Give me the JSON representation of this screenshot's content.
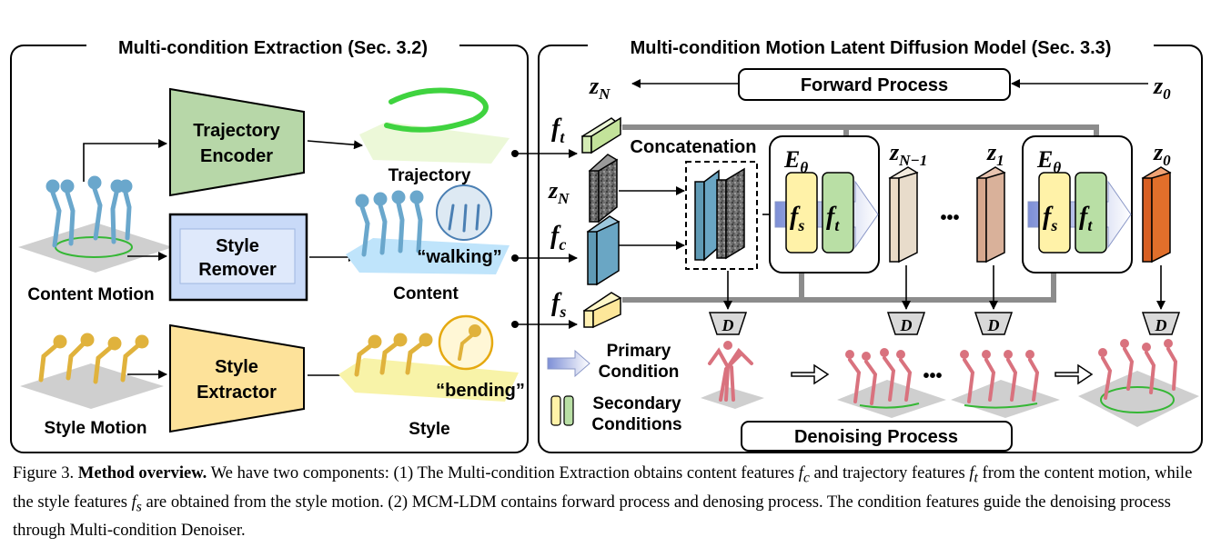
{
  "left_panel": {
    "title": "Multi-condition Extraction (Sec. 3.2)",
    "trajectory_encoder": [
      "Trajectory",
      "Encoder"
    ],
    "style_remover": [
      "Style",
      "Remover"
    ],
    "style_extractor": [
      "Style",
      "Extractor"
    ],
    "content_motion": "Content Motion",
    "style_motion": "Style Motion",
    "trajectory_out": "Trajectory",
    "content_out": "Content",
    "style_out": "Style",
    "content_quote": "“walking”",
    "style_quote": "“bending”"
  },
  "right_panel": {
    "title": "Multi-condition Motion Latent Diffusion Model (Sec. 3.3)",
    "forward_process": "Forward Process",
    "denoising_process": "Denoising Process",
    "concatenation": "Concatenation",
    "legend_primary": [
      "Primary",
      "Condition"
    ],
    "legend_secondary": [
      "Secondary",
      "Conditions"
    ],
    "ellipsis": "•••"
  },
  "math": {
    "z_N": "z",
    "z_N_sub": "N",
    "z_0": "z",
    "z_0_sub": "0",
    "z_N1": "z",
    "z_N1_sub": "N−1",
    "z_1": "z",
    "z_1_sub": "1",
    "f_t": "f",
    "f_t_sub": "t",
    "f_c": "f",
    "f_c_sub": "c",
    "f_s": "f",
    "f_s_sub": "s",
    "E": "E",
    "E_sub": "θ",
    "D": "D"
  },
  "caption": {
    "fig": "Figure 3.",
    "bold": "Method overview.",
    "t1": " We have two components: (1) The Multi-condition Extraction obtains content features ",
    "fc": "f",
    "fc_sub": "c",
    "t2": " and trajectory features ",
    "ft": "f",
    "ft_sub": "t",
    "t3": " from the content motion, while the style features ",
    "fs": "f",
    "fs_sub": "s",
    "t4": " are obtained from the style motion. (2) MCM-LDM contains forward process and denosing process. The condition features guide the denoising process through Multi-condition Denoiser."
  },
  "colors": {
    "encoder_green": "#b7d7a8",
    "remover_blue": "#c9daf8",
    "extractor_yellow": "#fde29a",
    "ft_green": "#d4ecb4",
    "fc_blue": "#5f9ab5",
    "fs_yellow": "#fff0b3",
    "fs_block": "#fff2a8",
    "ft_block": "#b9dfa5",
    "z0_orange": "#e16f2b",
    "gray_arrow": "#8c8c8c",
    "pink_figure": "#d9727e",
    "gold_figure": "#e0b23c",
    "blue_figure": "#6aa7cc"
  }
}
